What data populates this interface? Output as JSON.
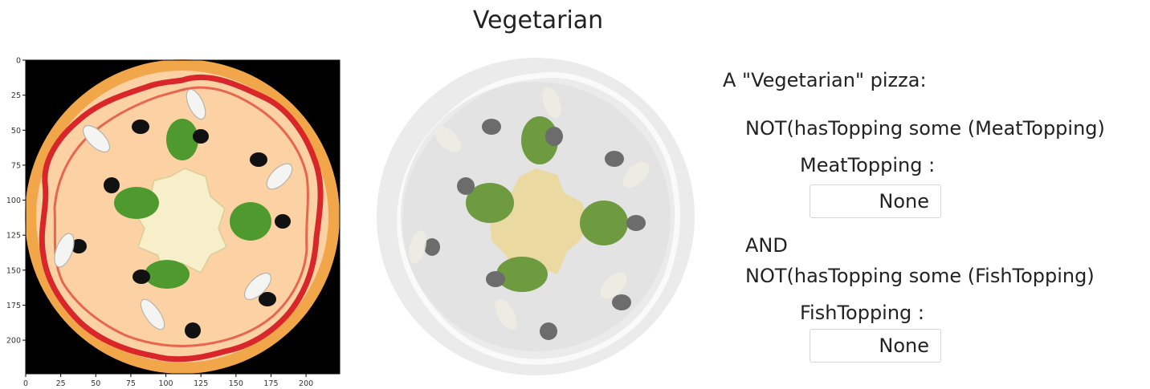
{
  "title": "Vegetarian",
  "axes": {
    "y_ticks": [
      "0",
      "25",
      "50",
      "75",
      "100",
      "125",
      "150",
      "175",
      "200"
    ],
    "x_ticks": [
      "0",
      "25",
      "50",
      "75",
      "100",
      "125",
      "150",
      "175",
      "200"
    ]
  },
  "panel": {
    "heading": "A \"Vegetarian\" pizza:",
    "condition1": "NOT(hasTopping some (MeatTopping)",
    "field1_label": "MeatTopping :",
    "field1_value": "None",
    "and_label": "AND",
    "condition2": "NOT(hasTopping some (FishTopping)",
    "field2_label": "FishTopping :",
    "field2_value": "None"
  },
  "colors": {
    "crust": "#f2a64a",
    "sauce": "#d8262a",
    "cheese": "#fcd1a3",
    "spinach": "#4f9a2e",
    "olive": "#111111",
    "background": "#000000",
    "faded_base": "#e6e6e6",
    "faded_topping": "#6e9a40",
    "faded_parmesan": "#ead9a0"
  }
}
